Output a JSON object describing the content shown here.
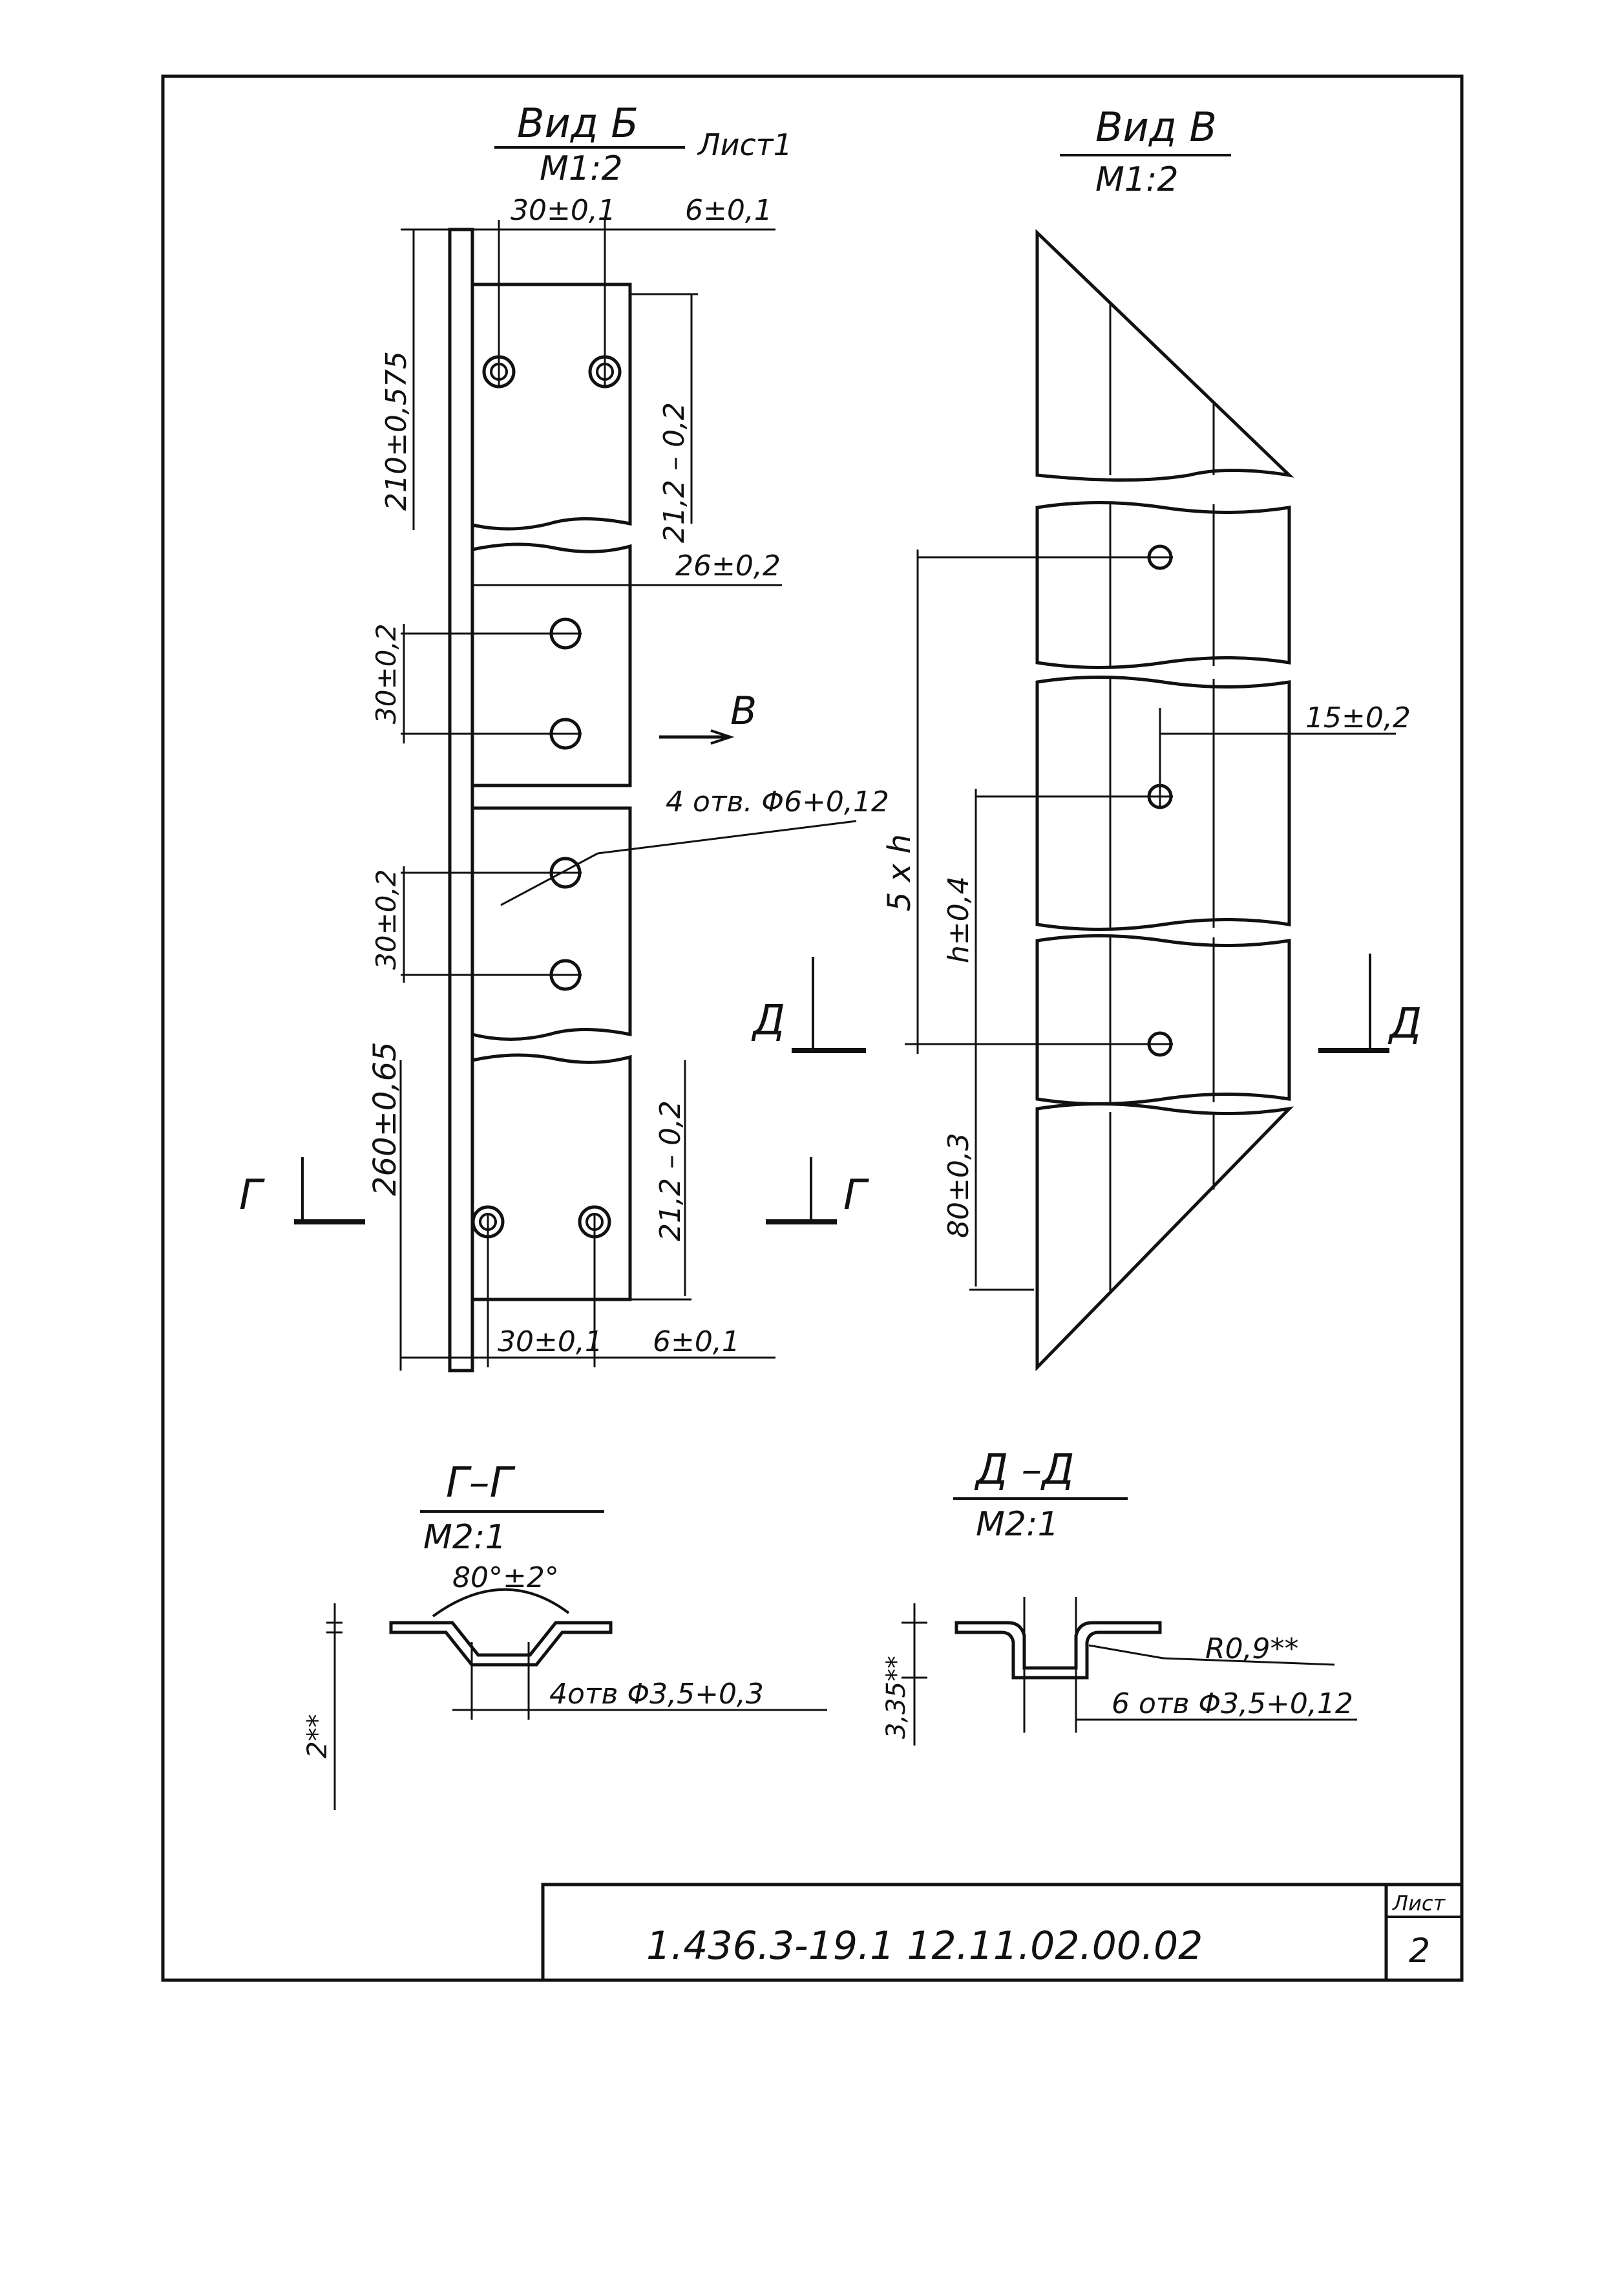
{
  "view_b": {
    "title": "Вид Б",
    "scale": "М1:2",
    "sheet_note": "Лист1",
    "dim_top_pitch": "30±0,1",
    "dim_top_edge": "6±0,1",
    "dim_left_upper": "210±0,575",
    "dim_right_upper": "21,2 – 0,2",
    "dim_26": "26±0,2",
    "dim_30_a": "30±0,2",
    "dim_30_b": "30±0,2",
    "holes_note": "4 отв. Φ6+0,12",
    "view_ref": "В",
    "dim_left_lower": "260±0,65",
    "dim_right_lower": "21,2 – 0,2",
    "dim_bottom_pitch": "30±0,1",
    "dim_bottom_edge": "6±0,1",
    "section_mark_left": "Г",
    "section_mark_right": "Г"
  },
  "view_v": {
    "title": "Вид В",
    "scale": "М1:2",
    "dim_15": "15±0,2",
    "dim_5h": "5 х h",
    "dim_h": "h±0,4",
    "dim_80": "80±0,3",
    "section_mark_left": "Д",
    "section_mark_right": "Д"
  },
  "section_g": {
    "title": "Г–Г",
    "scale": "М2:1",
    "angle": "80°±2°",
    "thickness": "2**",
    "holes_note": "4отв Φ3,5+0,3"
  },
  "section_d": {
    "title": "Д –Д",
    "scale": "М2:1",
    "radius": "R0,9**",
    "height": "3,35**",
    "holes_note": "6 отв Φ3,5+0,12"
  },
  "title_block": {
    "document_code": "1.436.3-19.1   12.11.02.00.02",
    "sheet_label": "Лист",
    "sheet_number": "2"
  }
}
